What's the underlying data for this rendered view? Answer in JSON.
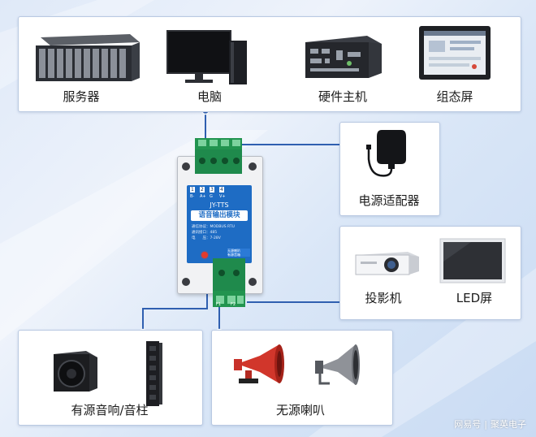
{
  "top_devices": [
    "服务器",
    "电脑",
    "硬件主机",
    "组态屏"
  ],
  "power": {
    "label": "电源适配器"
  },
  "display_devices": {
    "projector": "投影机",
    "led": "LED屏"
  },
  "speakers_active": "有源音响/音柱",
  "speakers_passive": "无源喇叭",
  "module": {
    "name": "JY-TTS",
    "title": "语音输出模块",
    "spec_lines": [
      "通信协议：MODBUS RTU",
      "通讯接口：485",
      "电　　压：7-28V"
    ],
    "terminal_numbers": [
      "1",
      "2",
      "3",
      "4"
    ],
    "terminal_labels": [
      "B-",
      "A+",
      "G",
      "V+"
    ],
    "output_note": [
      "无源喇叭",
      "有源音箱"
    ],
    "bottom_terminals": [
      "F1",
      "F2"
    ]
  },
  "watermark": {
    "site": "网易号",
    "sep": "|",
    "author": "聚英电子"
  },
  "colors": {
    "wire": "#2f5fb0",
    "terminal_green": "#1f8a4c",
    "module_blue": "#1e6cc4"
  }
}
